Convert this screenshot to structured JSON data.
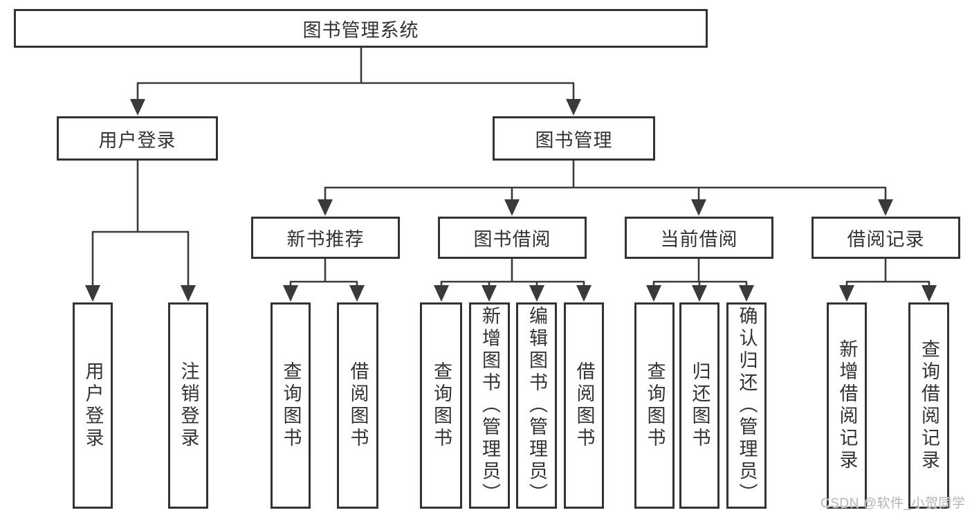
{
  "tree": {
    "label": "图书管理系统",
    "children": [
      {
        "label": "用户登录",
        "children": [
          {
            "label": "用户登录"
          },
          {
            "label": "注销登录"
          }
        ]
      },
      {
        "label": "图书管理",
        "children": [
          {
            "label": "新书推荐",
            "children": [
              {
                "label": "查询图书"
              },
              {
                "label": "借阅图书"
              }
            ]
          },
          {
            "label": "图书借阅",
            "children": [
              {
                "label": "查询图书"
              },
              {
                "label": "新增图书（管理员）"
              },
              {
                "label": "编辑图书（管理员）"
              },
              {
                "label": "借阅图书"
              }
            ]
          },
          {
            "label": "当前借阅",
            "children": [
              {
                "label": "查询图书"
              },
              {
                "label": "归还图书"
              },
              {
                "label": "确认归还（管理员）"
              }
            ]
          },
          {
            "label": "借阅记录",
            "children": [
              {
                "label": "新增借阅记录"
              },
              {
                "label": "查询借阅记录"
              }
            ]
          }
        ]
      }
    ]
  },
  "watermark": "CSDN @软件_小贺同学",
  "colors": {
    "background": "#ffffff",
    "line": "#3a3a3a",
    "box_border": "#333333",
    "text": "#333333",
    "watermark": "#b5b5b5"
  }
}
